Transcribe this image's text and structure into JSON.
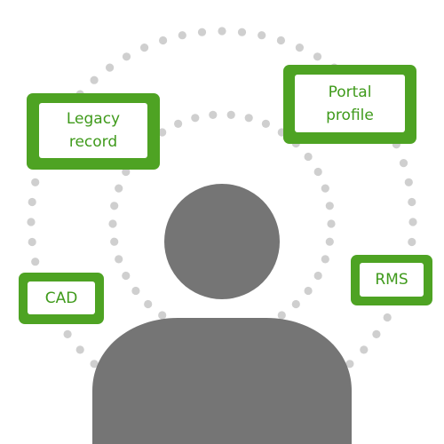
{
  "colors": {
    "green": "#4ea323",
    "text_green": "#3f9a1b",
    "person_gray": "#757575",
    "dot_gray": "#cfcfcf"
  },
  "nodes": {
    "legacy": {
      "lines": [
        "Legacy",
        "record"
      ]
    },
    "portal": {
      "lines": [
        "Portal",
        "profile"
      ]
    },
    "cad": {
      "lines": [
        "CAD"
      ]
    },
    "rms": {
      "lines": [
        "RMS"
      ]
    }
  }
}
